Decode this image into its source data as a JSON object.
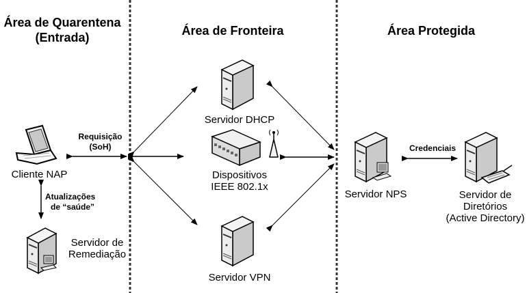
{
  "zones": [
    {
      "title_line1": "Área de Quarentena",
      "title_line2": "(Entrada)"
    },
    {
      "title_line1": "Área de Fronteira"
    },
    {
      "title_line1": "Área Protegida"
    }
  ],
  "nodes": {
    "client": {
      "label": "Cliente NAP",
      "icon": "laptop-icon"
    },
    "remediation": {
      "line1": "Servidor de",
      "line2": "Remediação",
      "icon": "server-icon"
    },
    "dhcp": {
      "label": "Servidor DHCP",
      "icon": "server-icon"
    },
    "ieee": {
      "line1": "Dispositivos",
      "line2": "IEEE 802.1x",
      "icon": "switch-icon"
    },
    "vpn": {
      "label": "Servidor VPN",
      "icon": "server-icon"
    },
    "nps": {
      "label": "Servidor NPS",
      "icon": "server-icon"
    },
    "directory": {
      "line1": "Servidor de",
      "line2": "Diretórios",
      "line3": "(Active Directory)",
      "icon": "server-icon"
    }
  },
  "edges": {
    "request": {
      "line1": "Requisição",
      "line2": "(SoH)"
    },
    "health": {
      "line1": "Atualizações",
      "line2": "de “saúde”"
    },
    "credentials": {
      "label": "Credenciais"
    }
  }
}
